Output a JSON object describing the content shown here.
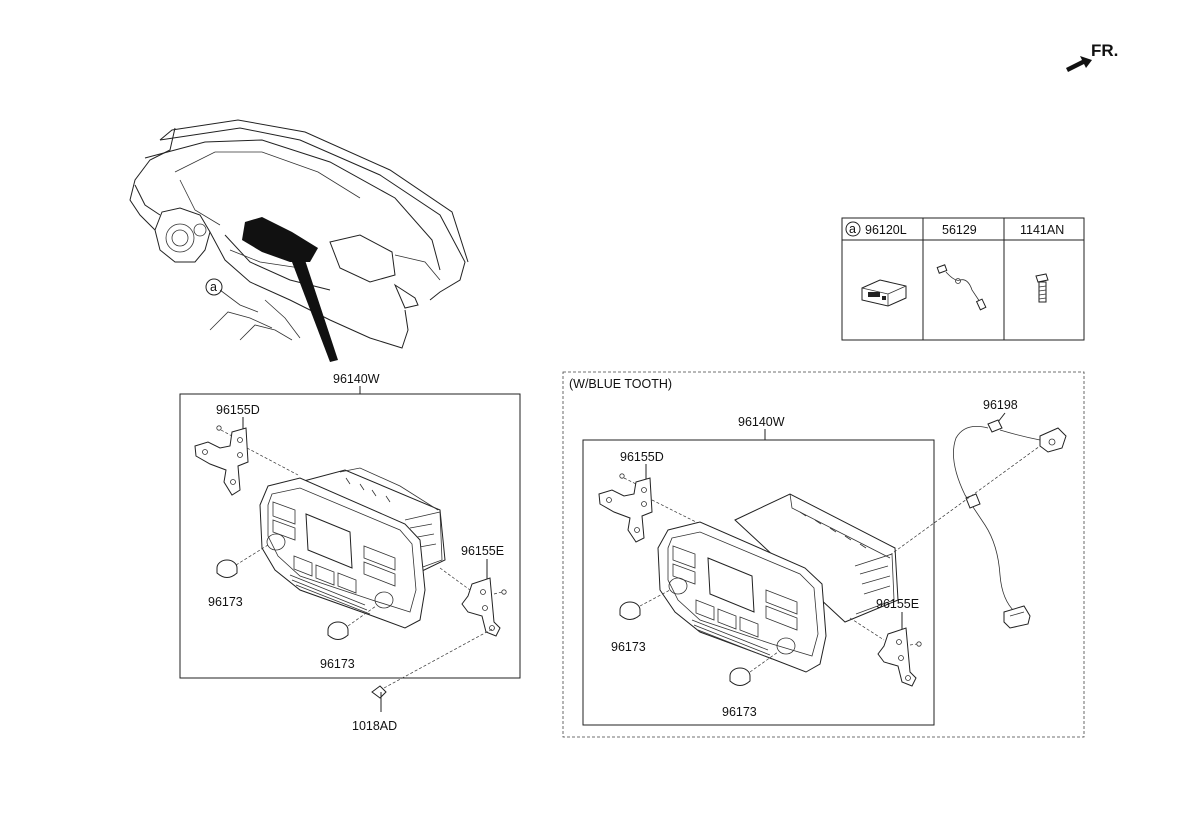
{
  "orientation": {
    "label": "FR."
  },
  "legend_table": {
    "marker": "a",
    "headers": [
      "96120L",
      "56129",
      "1141AN"
    ],
    "icons": [
      "usb-jack-icon",
      "wire-harness-icon",
      "bolt-icon"
    ]
  },
  "standard_assembly": {
    "callouts": {
      "audio_unit": "96140W",
      "bracket_left": "96155D",
      "bracket_right": "96155E",
      "knob_left": "96173",
      "knob_right": "96173",
      "screw": "1018AD"
    }
  },
  "bluetooth_assembly": {
    "title": "(W/BLUE TOOTH)",
    "callouts": {
      "audio_unit": "96140W",
      "bracket_left": "96155D",
      "bracket_right": "96155E",
      "knob_left": "96173",
      "knob_right": "96173",
      "microphone": "96198"
    }
  },
  "dashboard": {
    "location_marker": "a"
  }
}
